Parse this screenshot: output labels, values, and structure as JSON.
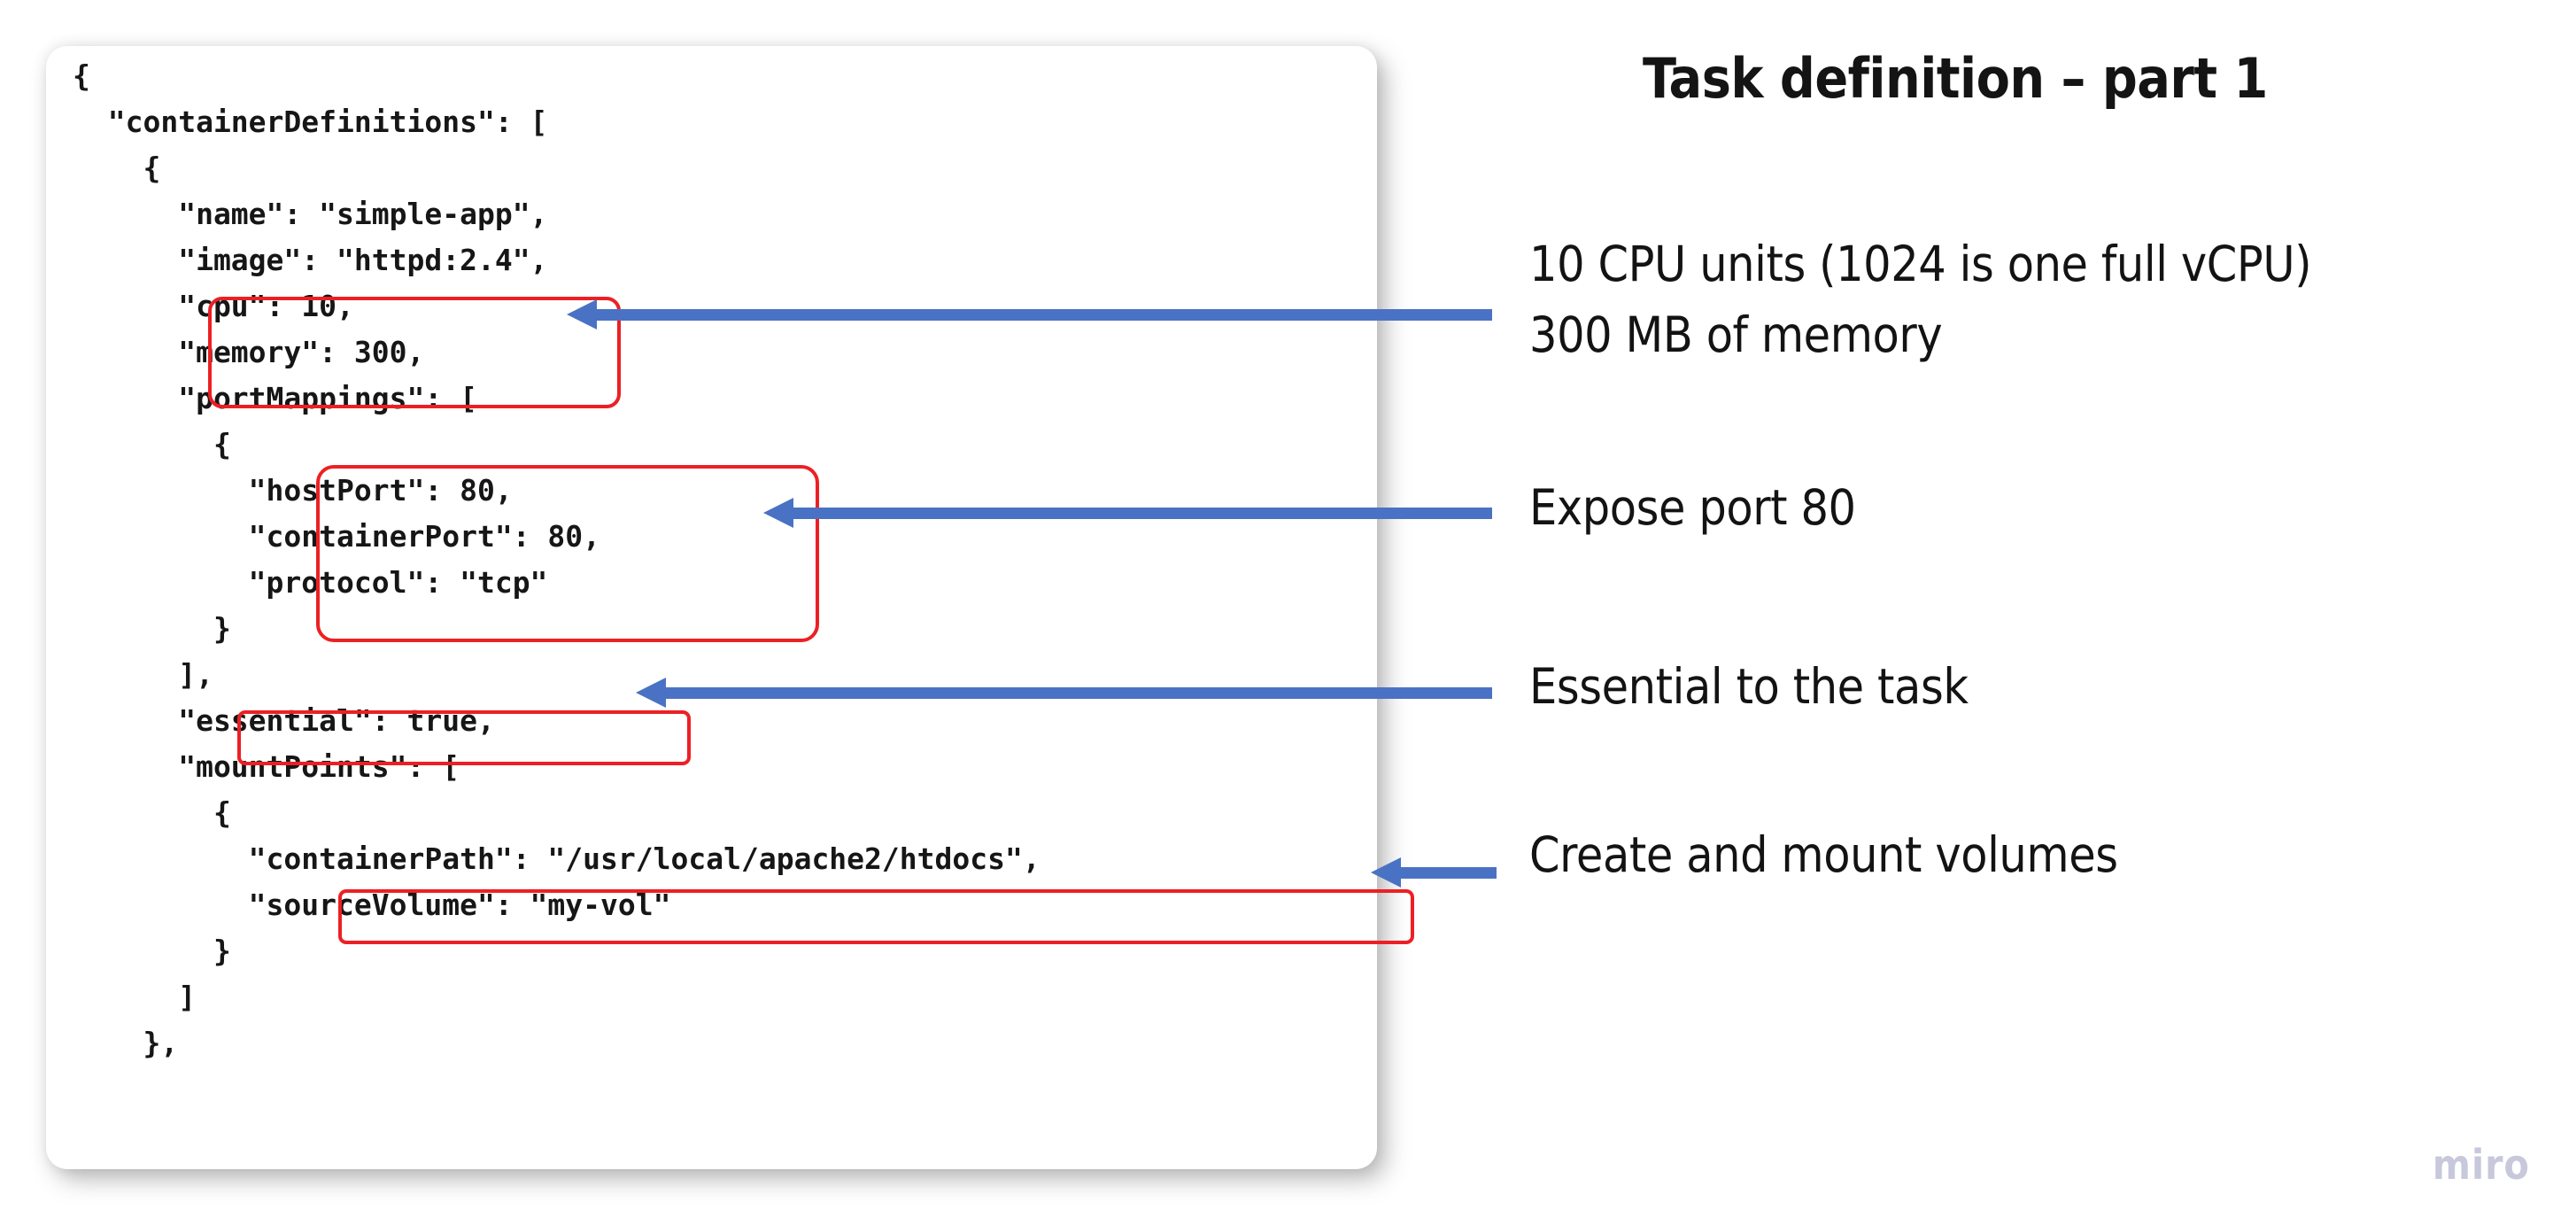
{
  "slide": {
    "title": "Task definition – part 1",
    "watermark": "miro"
  },
  "code_panel": {
    "language": "json",
    "content": "{\n  \"containerDefinitions\": [\n    {\n      \"name\": \"simple-app\",\n      \"image\": \"httpd:2.4\",\n      \"cpu\": 10,\n      \"memory\": 300,\n      \"portMappings\": [\n        {\n          \"hostPort\": 80,\n          \"containerPort\": 80,\n          \"protocol\": \"tcp\"\n        }\n      ],\n      \"essential\": true,\n      \"mountPoints\": [\n        {\n          \"containerPath\": \"/usr/local/apache2/htdocs\",\n          \"sourceVolume\": \"my-vol\"\n        }\n      ]\n    },"
  },
  "highlights": [
    {
      "id": "cpu-memory-highlight",
      "lines": [
        "\"cpu\": 10,",
        "\"memory\": 300,"
      ]
    },
    {
      "id": "port-mappings-highlight",
      "lines": [
        "\"hostPort\": 80,",
        "\"containerPort\": 80,",
        "\"protocol\": \"tcp\""
      ]
    },
    {
      "id": "essential-highlight",
      "lines": [
        "\"essential\": true,"
      ]
    },
    {
      "id": "source-volume-highlight",
      "lines": [
        "\"sourceVolume\": \"my-vol\""
      ]
    }
  ],
  "annotations": [
    {
      "id": "cpu-memory-note",
      "text": "10 CPU units (1024 is one full vCPU)\n300 MB of memory"
    },
    {
      "id": "port-note",
      "text": "Expose port 80"
    },
    {
      "id": "essential-note",
      "text": "Essential to the task"
    },
    {
      "id": "volume-note",
      "text": "Create and mount volumes"
    }
  ],
  "annotation_lines": {
    "cpu_memory_line1": "10 CPU units (1024 is one full vCPU)",
    "cpu_memory_line2": "300 MB of memory",
    "port": "Expose port 80",
    "essential": "Essential to the task",
    "volume": "Create and mount volumes"
  },
  "colors": {
    "highlight_box": "#ec2024",
    "arrow": "#4a72c4",
    "text": "#131313",
    "card_background": "#ffffff",
    "watermark": "#c8c8dc"
  },
  "arrows": [
    {
      "id": "arrow-to-cpu-memory",
      "direction": "left"
    },
    {
      "id": "arrow-to-port-mappings",
      "direction": "left"
    },
    {
      "id": "arrow-to-essential",
      "direction": "left"
    },
    {
      "id": "arrow-to-source-volume",
      "direction": "left"
    }
  ]
}
